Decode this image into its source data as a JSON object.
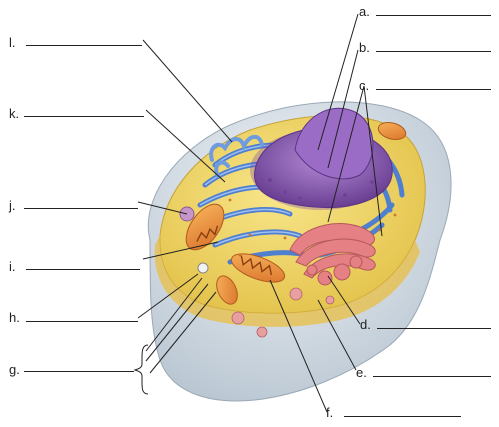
{
  "figure": {
    "labels": [
      {
        "id": "a",
        "text": "a."
      },
      {
        "id": "b",
        "text": "b."
      },
      {
        "id": "c",
        "text": "c."
      },
      {
        "id": "d",
        "text": "d."
      },
      {
        "id": "e",
        "text": "e."
      },
      {
        "id": "f",
        "text": "f."
      },
      {
        "id": "g",
        "text": "g."
      },
      {
        "id": "h",
        "text": "h."
      },
      {
        "id": "i",
        "text": "i."
      },
      {
        "id": "j",
        "text": "j."
      },
      {
        "id": "k",
        "text": "k."
      },
      {
        "id": "l",
        "text": "l."
      }
    ]
  },
  "colors": {
    "cytoplasm": "#f4dc6a",
    "cell_outer": "#dfe7ee",
    "nucleus": "#8e5fb6",
    "er": "#5f8fd8",
    "golgi": "#e8858a",
    "mitochondria": "#f19a3b",
    "leader_line": "#222222"
  }
}
